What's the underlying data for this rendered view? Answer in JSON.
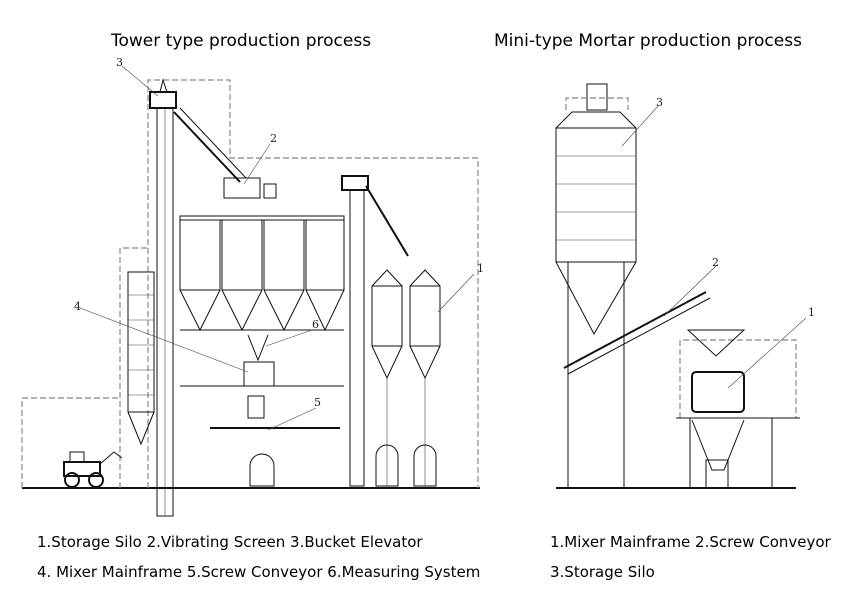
{
  "titles": {
    "left": "Tower type production process",
    "right": "Mini-type Mortar production process"
  },
  "legend_left": {
    "line1": "1.Storage Silo   2.Vibrating Screen   3.Bucket Elevator",
    "line2": "4. Mixer Mainframe   5.Screw Conveyor   6.Measuring System"
  },
  "legend_right": {
    "line1": "1.Mixer Mainframe   2.Screw Conveyor",
    "line2": "3.Storage Silo"
  },
  "callouts": {
    "left": [
      "1",
      "2",
      "3",
      "4",
      "5",
      "6"
    ],
    "right": [
      "1",
      "2",
      "3"
    ]
  }
}
